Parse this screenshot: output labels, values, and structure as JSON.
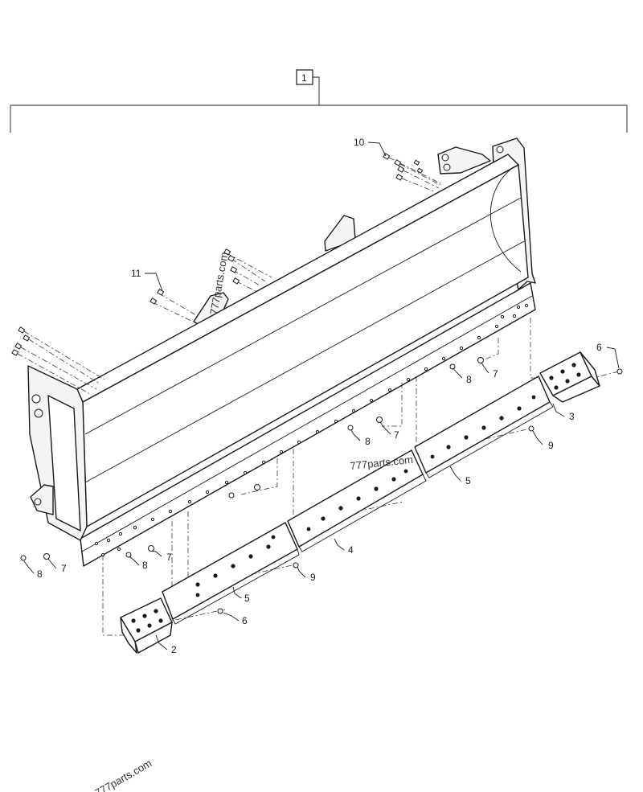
{
  "diagram": {
    "assembly_callout": "1",
    "callouts": {
      "c2": "2",
      "c3": "3",
      "c4": "4",
      "c5a": "5",
      "c5b": "5",
      "c6a": "6",
      "c6b": "6",
      "c7a": "7",
      "c7b": "7",
      "c7c": "7",
      "c7d": "7",
      "c8a": "8",
      "c8b": "8",
      "c8c": "8",
      "c8d": "8",
      "c9a": "9",
      "c9b": "9",
      "c10": "10",
      "c11": "11"
    },
    "watermarks": {
      "w1": "777parts.com",
      "w2": "777parts.com",
      "w3": "777parts.com"
    }
  }
}
